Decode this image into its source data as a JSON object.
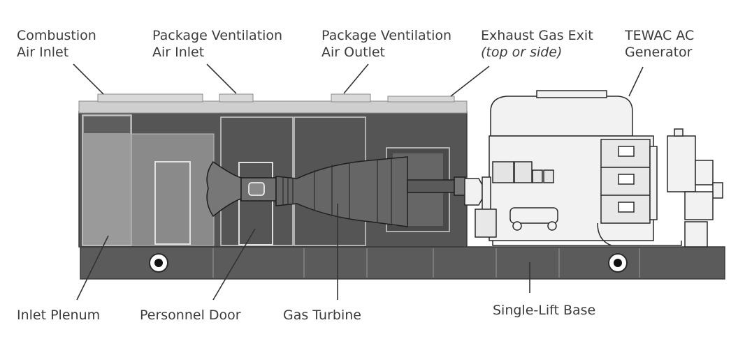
{
  "labels": {
    "combustion_air_inlet": [
      "Combustion",
      "Air Inlet"
    ],
    "package_ventilation_air_inlet": [
      "Package Ventilation",
      "Air Inlet"
    ],
    "package_ventilation_air_outlet": [
      "Package Ventilation",
      "Air Outlet"
    ],
    "exhaust_gas_exit": [
      "Exhaust Gas Exit",
      "(top or side)"
    ],
    "tewac_ac_generator": [
      "TEWAC AC",
      "Generator"
    ],
    "inlet_plenum": "Inlet Plenum",
    "personnel_door": "Personnel Door",
    "gas_turbine": "Gas Turbine",
    "single_lift_base": "Single-Lift Base"
  },
  "colors": {
    "enclosure_dark": "#555555",
    "enclosure_roof": "#cfcfcf",
    "base": "#5b5b5b",
    "plenum_light": "#9a9a9a",
    "generator_fill": "#f2f2f2",
    "leader_line": "#333333",
    "label_text": "#3c3c3c"
  }
}
